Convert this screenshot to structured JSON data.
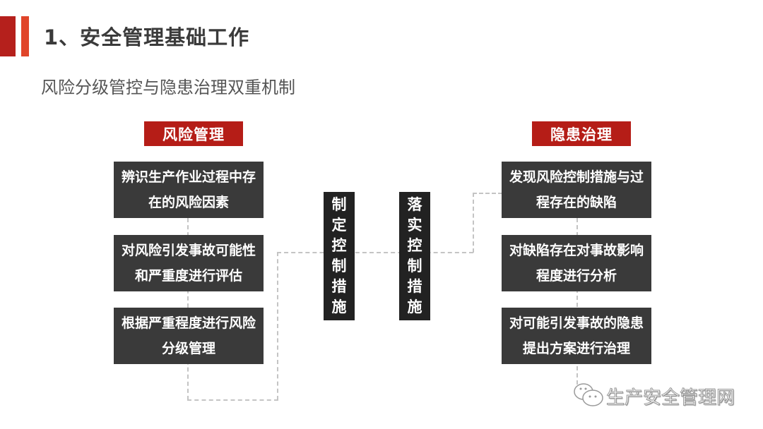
{
  "header": {
    "title": "1、安全管理基础工作",
    "subtitle": "风险分级管控与隐患治理双重机制"
  },
  "left_column": {
    "label": "风险管理",
    "items": [
      "辨识生产作业过程中存在的风险因素",
      "对风险引发事故可能性和严重度进行评估",
      "根据严重程度进行风险分级管理"
    ]
  },
  "right_column": {
    "label": "隐患治理",
    "items": [
      "发现风险控制措施与过程存在的缺陷",
      "对缺陷存在对事故影响程度进行分析",
      "对可能引发事故的隐患提出方案进行治理"
    ]
  },
  "middle": {
    "left_vertical": [
      "制",
      "定",
      "控",
      "制",
      "措",
      "施"
    ],
    "right_vertical": [
      "落",
      "实",
      "控",
      "制",
      "措",
      "施"
    ]
  },
  "watermark": {
    "icon": "wechat-icon",
    "text": "生产安全管理网"
  },
  "colors": {
    "accent_red": "#b51d17",
    "accent_orange": "#e0452a",
    "box_dark": "#3a3a3a",
    "vbox_dark": "#222222"
  }
}
